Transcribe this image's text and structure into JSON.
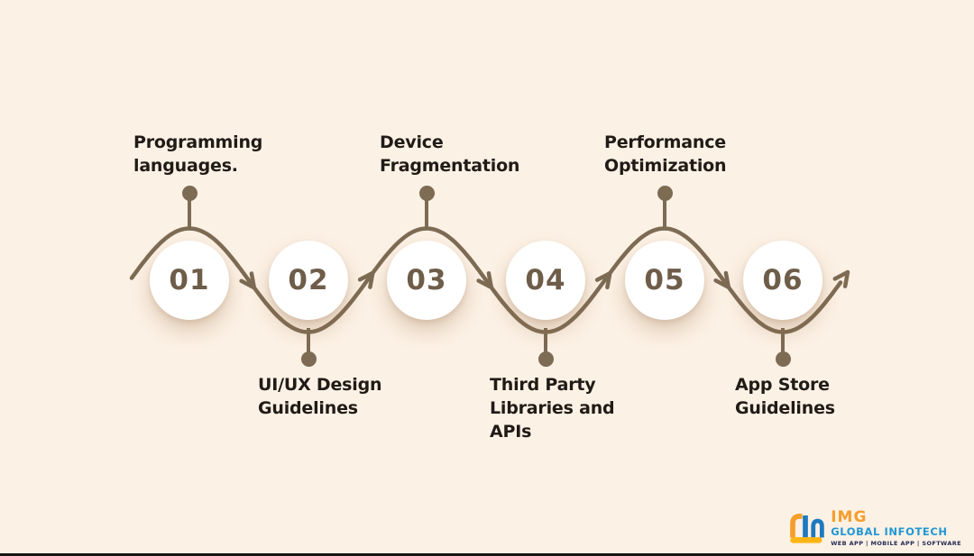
{
  "steps": [
    {
      "number": "01",
      "label": "Programming languages.",
      "position": "top"
    },
    {
      "number": "02",
      "label": "UI/UX Design Guidelines",
      "position": "bottom"
    },
    {
      "number": "03",
      "label": "Device Fragmentation",
      "position": "top"
    },
    {
      "number": "04",
      "label": "Third Party Libraries and APIs",
      "position": "bottom"
    },
    {
      "number": "05",
      "label": "Performance Optimization",
      "position": "top"
    },
    {
      "number": "06",
      "label": "App Store Guidelines",
      "position": "bottom"
    }
  ],
  "logo": {
    "brand": "IMG",
    "company": "GLOBAL INFOTECH",
    "tagline": "WEB APP | MOBILE APP | SOFTWARE"
  },
  "colors": {
    "background": "#FCF1E5",
    "line": "#7D6B54",
    "number": "#6E5D49",
    "text": "#201B16",
    "logo_orange": "#F59E2B",
    "logo_yellow": "#FDB515",
    "logo_blue": "#1D7ABF",
    "logo_lightblue": "#2098D4",
    "logo_navy": "#232B54"
  }
}
